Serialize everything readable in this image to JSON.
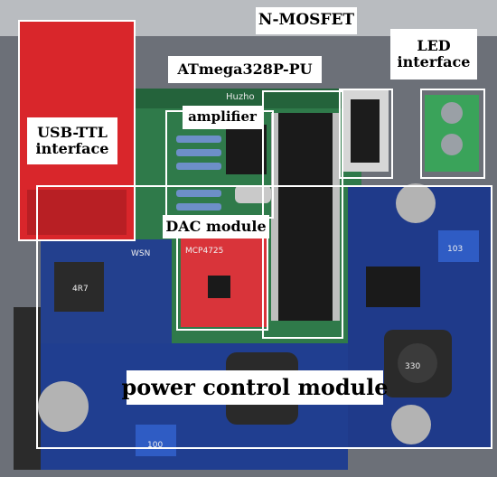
{
  "labels": {
    "n_mosfet": "N-MOSFET",
    "led_interface": [
      "LED",
      "interface"
    ],
    "atmega": "ATmega328P-PU",
    "amplifier": "amplifier",
    "usb_ttl": [
      "USB-TTL",
      "interface"
    ],
    "dac_module": "DAC module",
    "power_control": "power control module"
  },
  "board_print": {
    "heading": "Huzho",
    "chip_marks": [
      "MCP4725",
      "WSN",
      "4R7",
      "330",
      "103",
      "100"
    ]
  },
  "colors": {
    "usb_board": "#d9262b",
    "dac_board": "#d9343a",
    "pcb_green": "#2f7a4a",
    "pcb_blue": "#1f3a8a",
    "chip_black": "#1a1a1a",
    "terminal_green": "#3aa35a"
  }
}
